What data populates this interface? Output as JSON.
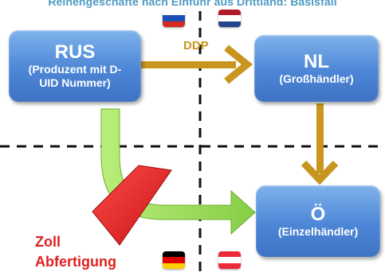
{
  "title": "Reihengeschäfte nach Einfuhr aus Drittland: Basisfall",
  "boxes": {
    "rus": {
      "title": "RUS",
      "subtitle": "(Produzent mit D-UID Nummer)"
    },
    "nl": {
      "title": "NL",
      "subtitle": "(Großhändler)"
    },
    "oe": {
      "title": "Ö",
      "subtitle": "(Einzelhändler)"
    }
  },
  "arrow_label": "DDP",
  "customs_label": {
    "line1": "Zoll",
    "line2": "Abfertigung"
  },
  "flags": [
    {
      "name": "russia-flag",
      "stripes": [
        "#ffffff",
        "#1c4fb8",
        "#d52b1e"
      ]
    },
    {
      "name": "netherlands-flag",
      "stripes": [
        "#ae1c28",
        "#ffffff",
        "#21468b"
      ]
    },
    {
      "name": "germany-flag",
      "stripes": [
        "#000000",
        "#dd0000",
        "#ffce00"
      ]
    },
    {
      "name": "austria-flag",
      "stripes": [
        "#ed2939",
        "#ffffff",
        "#ed2939"
      ]
    }
  ],
  "colors": {
    "box_blue": "#4d86d6",
    "arrow_gold": "#c8961e",
    "arrow_green": "#9ad85a",
    "customs_red": "#e02020"
  }
}
